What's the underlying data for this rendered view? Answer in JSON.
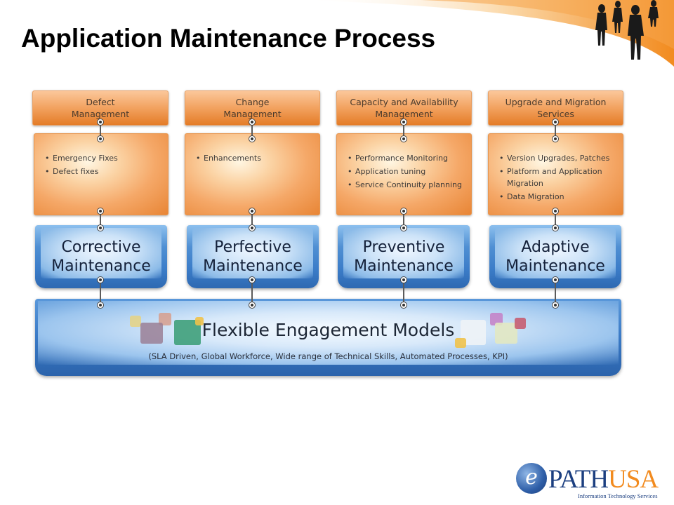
{
  "slide": {
    "title": "Application Maintenance Process"
  },
  "columns": [
    {
      "category": [
        "Defect",
        "Management"
      ],
      "bullets": [
        "Emergency Fixes",
        "Defect  fixes"
      ],
      "maintenance": "Corrective\nMaintenance"
    },
    {
      "category": [
        "Change",
        "Management"
      ],
      "bullets": [
        "Enhancements"
      ],
      "maintenance": "Perfective\nMaintenance"
    },
    {
      "category": [
        "Capacity and Availability",
        "Management"
      ],
      "bullets": [
        "Performance Monitoring",
        "Application tuning",
        "Service Continuity planning"
      ],
      "maintenance": "Preventive\nMaintenance"
    },
    {
      "category": [
        "Upgrade and Migration",
        "Services"
      ],
      "bullets": [
        "Version Upgrades, Patches",
        "Platform and Application Migration",
        "Data Migration"
      ],
      "maintenance": "Adaptive\nMaintenance"
    }
  ],
  "base": {
    "title": "Flexible Engagement Models",
    "subtitle": "(SLA Driven, Global Workforce, Wide range of Technical Skills, Automated Processes, KPI)"
  },
  "logo": {
    "letter": "e",
    "name_part1": "PATH",
    "name_part2": "USA",
    "tagline": "Information Technology Services"
  },
  "colors": {
    "orange_box": "#f2a25f",
    "blue_box": "#3b7cc8",
    "swoosh": "#f28b1f",
    "logo_blue": "#1c3f80",
    "logo_orange": "#f28b1f"
  }
}
